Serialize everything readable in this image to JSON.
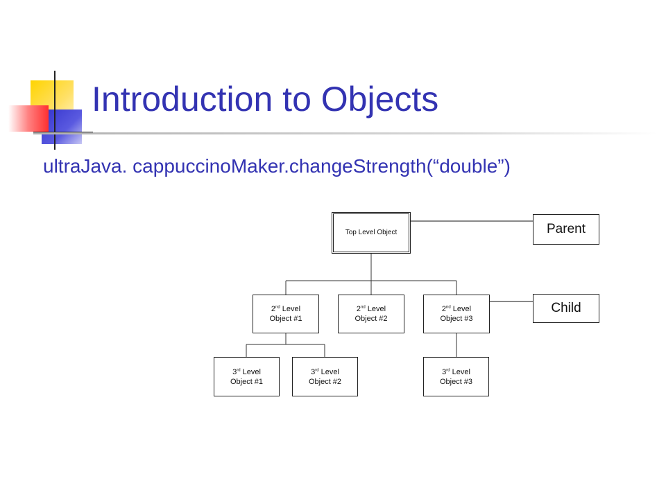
{
  "slide": {
    "title": "Introduction to Objects",
    "subtitle": "ultraJava. cappuccinoMaker.changeStrength(“double”)"
  },
  "diagram": {
    "top": {
      "label": "Top Level Object"
    },
    "level2": [
      {
        "ord": "2",
        "sup": "nd",
        "rest": " Level",
        "line2": "Object #1"
      },
      {
        "ord": "2",
        "sup": "nd",
        "rest": " Level",
        "line2": "Object #2"
      },
      {
        "ord": "2",
        "sup": "nd",
        "rest": " Level",
        "line2": "Object #3"
      }
    ],
    "level3": [
      {
        "ord": "3",
        "sup": "rd",
        "rest": " Level",
        "line2": "Object #1"
      },
      {
        "ord": "3",
        "sup": "rd",
        "rest": " Level",
        "line2": "Object #2"
      },
      {
        "ord": "3",
        "sup": "rd",
        "rest": " Level",
        "line2": "Object #3"
      }
    ],
    "tags": {
      "parent": "Parent",
      "child": "Child"
    }
  },
  "colors": {
    "title": "#3333b2",
    "accent_yellow": "#ffcc00",
    "accent_blue": "#3333cc",
    "accent_red": "#ff4444"
  }
}
